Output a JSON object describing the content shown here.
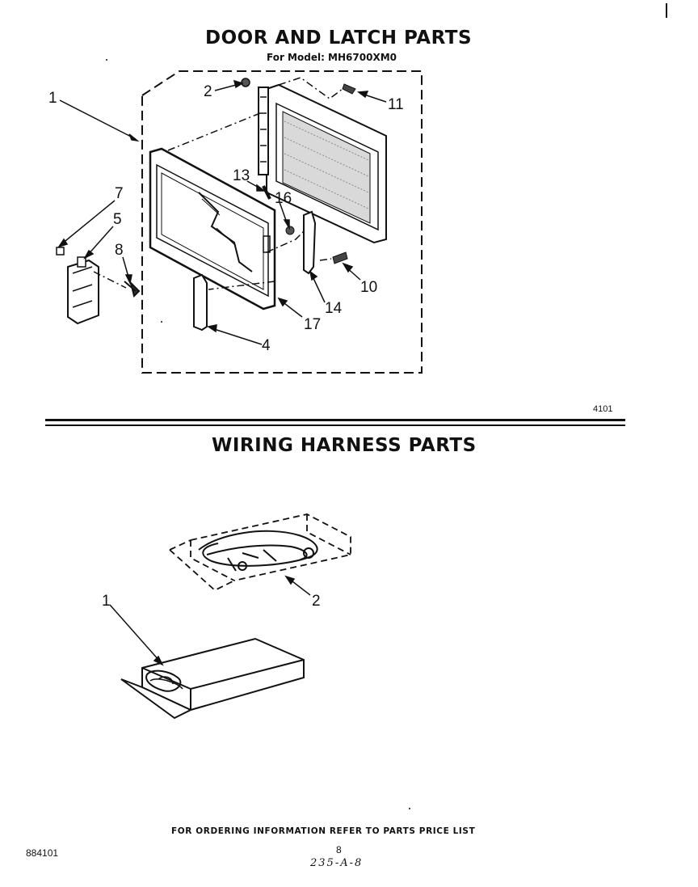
{
  "door_section": {
    "title": "DOOR AND LATCH PARTS",
    "model_line": "For Model: MH6700XM0",
    "callouts": [
      "1",
      "2",
      "11",
      "13",
      "16",
      "7",
      "5",
      "8",
      "10",
      "14",
      "17",
      "4"
    ],
    "figure_number": "4101"
  },
  "harness_section": {
    "title": "WIRING HARNESS PARTS",
    "callouts": [
      "1",
      "2"
    ]
  },
  "footer": {
    "ordering_note": "FOR ORDERING INFORMATION REFER TO PARTS PRICE LIST",
    "catalog_number": "884101",
    "page_number": "8",
    "handwritten_note": "235-A-8"
  }
}
